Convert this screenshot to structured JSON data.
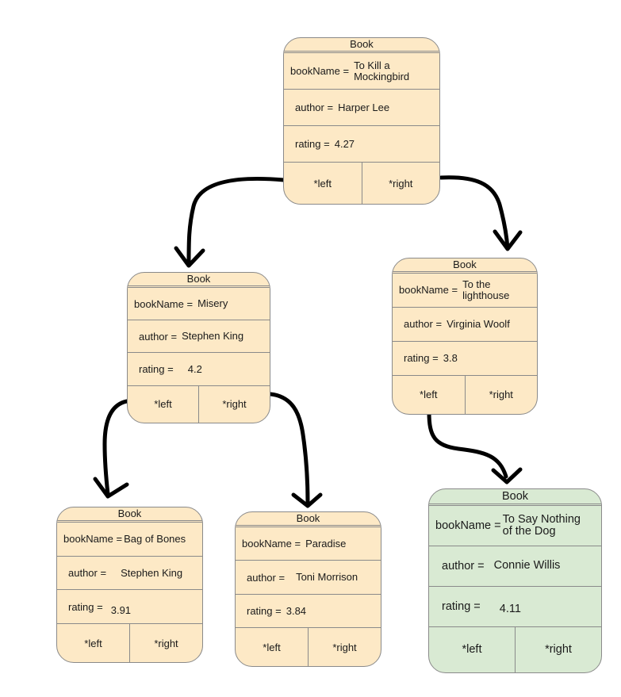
{
  "labels": {
    "node_title": "Book",
    "book_name": "bookName =",
    "author": "author =",
    "rating": "rating =",
    "left": "*left",
    "right": "*right"
  },
  "nodes": [
    {
      "id": "root",
      "book_name": "To Kill a\nMockingbird",
      "author": "Harper Lee",
      "rating": "4.27"
    },
    {
      "id": "left-child",
      "book_name": "Misery",
      "author": "Stephen King",
      "rating": "4.2"
    },
    {
      "id": "right-child",
      "book_name": "To the\nlighthouse",
      "author": "Virginia Woolf",
      "rating": "3.8"
    },
    {
      "id": "left-left",
      "book_name": "Bag of Bones",
      "author": "Stephen King",
      "rating": "3.91"
    },
    {
      "id": "left-right",
      "book_name": "Paradise",
      "author": "Toni Morrison",
      "rating": "3.84"
    },
    {
      "id": "right-left",
      "book_name": "To Say Nothing\nof the Dog",
      "author": "Connie Willis",
      "rating": "4.11",
      "highlighted": true
    }
  ],
  "edges": [
    {
      "from": "root",
      "pointer": "left",
      "to": "left-child"
    },
    {
      "from": "root",
      "pointer": "right",
      "to": "right-child"
    },
    {
      "from": "left-child",
      "pointer": "left",
      "to": "left-left"
    },
    {
      "from": "left-child",
      "pointer": "right",
      "to": "left-right"
    },
    {
      "from": "right-child",
      "pointer": "left",
      "to": "right-left"
    }
  ],
  "colors": {
    "node_fill": "#fde9c6",
    "highlight_fill": "#d9ead3",
    "border": "#8a8a8a",
    "arrow": "#000000"
  }
}
